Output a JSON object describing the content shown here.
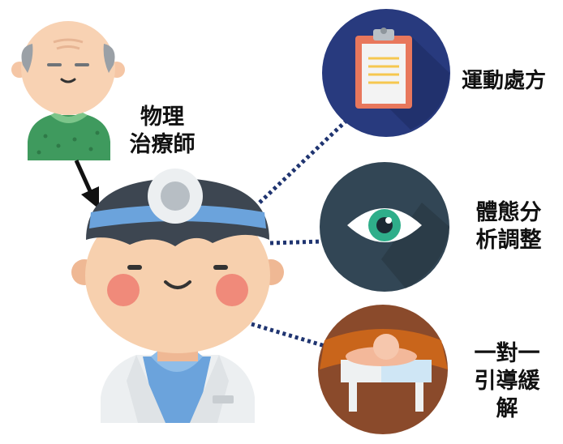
{
  "therapist_label": "物理\n治療師",
  "services": [
    {
      "label": "運動處方",
      "icon": "clipboard-icon"
    },
    {
      "label": "體態分\n析調整",
      "icon": "eye-icon"
    },
    {
      "label": "一對一\n引導緩\n解",
      "icon": "massage-bed-icon"
    }
  ],
  "colors": {
    "circle_navy": "#283a7e",
    "circle_slate": "#324655",
    "circle_brown": "#8a4a2b",
    "dotted_line": "#1f3470",
    "headband": "#6ba3dc",
    "patient_shirt": "#3f9a5e"
  }
}
